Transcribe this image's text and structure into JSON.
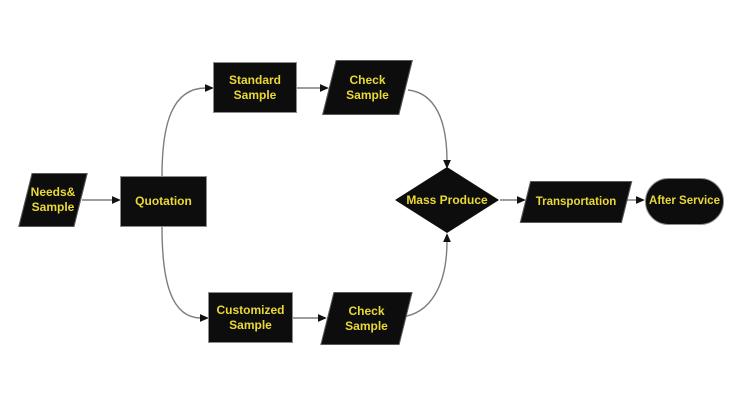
{
  "nodes": {
    "needs_sample": {
      "label": "Needs&\nSample",
      "shape": "parallelogram"
    },
    "quotation": {
      "label": "Quotation",
      "shape": "rectangle"
    },
    "standard_sample": {
      "label": "Standard\nSample",
      "shape": "rectangle"
    },
    "check_sample_top": {
      "label": "Check\nSample",
      "shape": "parallelogram"
    },
    "customized_sample": {
      "label": "Customized\nSample",
      "shape": "rectangle"
    },
    "check_sample_bottom": {
      "label": "Check\nSample",
      "shape": "parallelogram"
    },
    "mass_produce": {
      "label": "Mass Produce",
      "shape": "diamond"
    },
    "transportation": {
      "label": "Transportation",
      "shape": "parallelogram"
    },
    "after_service": {
      "label": "After Service",
      "shape": "stadium"
    }
  },
  "edges": [
    {
      "from": "needs_sample",
      "to": "quotation"
    },
    {
      "from": "quotation",
      "to": "standard_sample"
    },
    {
      "from": "standard_sample",
      "to": "check_sample_top"
    },
    {
      "from": "check_sample_top",
      "to": "mass_produce"
    },
    {
      "from": "quotation",
      "to": "customized_sample"
    },
    {
      "from": "customized_sample",
      "to": "check_sample_bottom"
    },
    {
      "from": "check_sample_bottom",
      "to": "mass_produce"
    },
    {
      "from": "mass_produce",
      "to": "transportation"
    },
    {
      "from": "transportation",
      "to": "after_service"
    }
  ],
  "colors": {
    "node_fill": "#0d0d0d",
    "label": "#e9d836",
    "connector": "#7d7d7d",
    "arrowhead": "#111111",
    "background": "#ffffff"
  }
}
